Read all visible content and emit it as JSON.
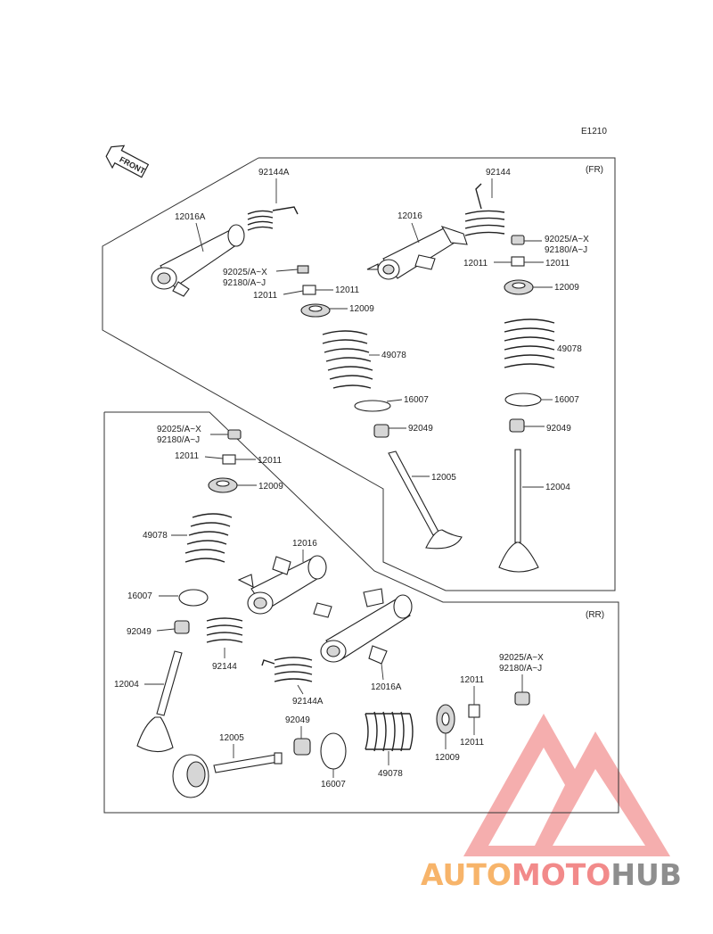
{
  "diagram": {
    "code": "E1210",
    "front_label": "FRONT",
    "section_fr": "(FR)",
    "section_rr": "(RR)"
  },
  "fr_labels": {
    "p92144A": "92144A",
    "p12016A": "12016A",
    "p92025_ax_l": "92025/A~X",
    "p92180_aj_l": "92180/A~J",
    "p12011_l1": "12011",
    "p12011_l2": "12011",
    "p12009_l": "12009",
    "p49078_l": "49078",
    "p16007_l": "16007",
    "p92049_l": "92049",
    "p12005_l": "12005",
    "p92144": "92144",
    "p12016": "12016",
    "p92025_ax_r": "92025/A~X",
    "p92180_aj_r": "92180/A~J",
    "p12011_r1": "12011",
    "p12011_r2": "12011",
    "p12009_r": "12009",
    "p49078_r": "49078",
    "p16007_r": "16007",
    "p92049_r": "92049",
    "p12004_r": "12004"
  },
  "rr_labels": {
    "p92025_ax_a": "92025/A~X",
    "p92180_aj_a": "92180/A~J",
    "p12011_a1": "12011",
    "p12011_a2": "12011",
    "p12009_a": "12009",
    "p49078_a": "49078",
    "p12016": "12016",
    "p16007_a": "16007",
    "p92049_a": "92049",
    "p92144": "92144",
    "p92144A": "92144A",
    "p12016A": "12016A",
    "p12004": "12004",
    "p12005": "12005",
    "p92049_b": "92049",
    "p16007_b": "16007",
    "p49078_b": "49078",
    "p12009_b": "12009",
    "p12011_b1": "12011",
    "p12011_b2": "12011",
    "p92025_ax_b": "92025/A~X",
    "p92180_aj_b": "92180/A~J"
  },
  "watermark": {
    "part1": "AUTO",
    "part2": "MOTO",
    "part3": "HUB",
    "colors": [
      "#f7b46a",
      "#f28a8a",
      "#8e8e8e"
    ]
  }
}
